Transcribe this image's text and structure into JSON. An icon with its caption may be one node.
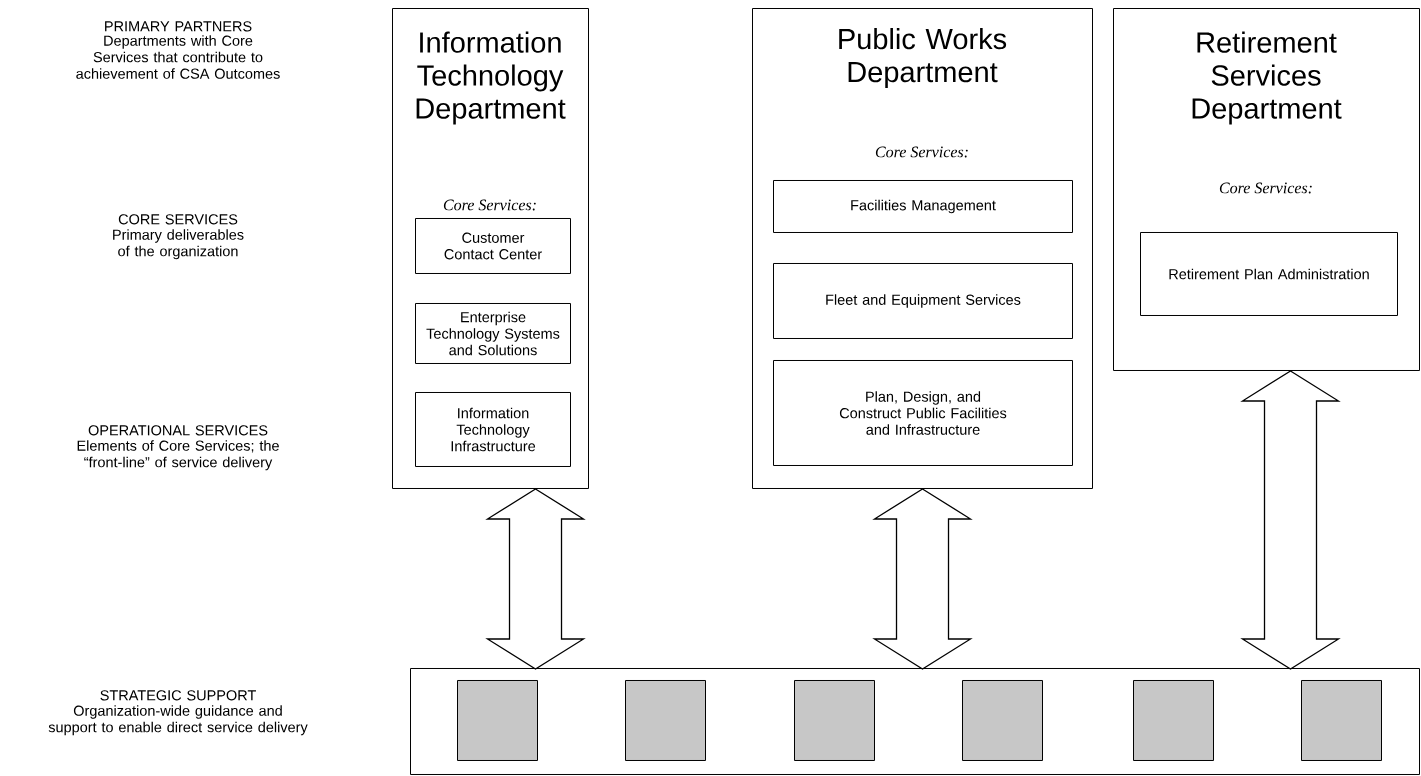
{
  "diagram": {
    "nodes": [
      {
        "text": [
          "Information Technology Department",
          "Core Services:"
        ]
      },
      {
        "text": [
          "Customer Contact Center"
        ],
        "in": 0
      },
      {
        "text": [
          "Enterprise Technology Systems and Solutions"
        ],
        "in": 0
      },
      {
        "text": [
          "Information Technology Infrastructure"
        ],
        "in": 0
      },
      {
        "text": [
          "Public Works Department",
          "Core Services:"
        ]
      },
      {
        "text": [
          "Facilities Management"
        ],
        "in": 4
      },
      {
        "text": [
          "Fleet and Equipment Services"
        ],
        "in": 4
      },
      {
        "text": [
          "Plan, Design, and Construct Public Facilities and Infrastructure"
        ],
        "in": 4
      },
      {
        "text": [
          "Retirement Services Department",
          "Core Services:"
        ]
      },
      {
        "text": [
          "Retirement Plan Administration"
        ],
        "in": 8
      },
      {
        "text": [],
        "shape": "box"
      },
      {
        "text": [],
        "shape": "box",
        "in": 10
      },
      {
        "text": [],
        "shape": "box",
        "in": 10
      },
      {
        "text": [],
        "shape": "box",
        "in": 10
      },
      {
        "text": [],
        "shape": "box",
        "in": 10
      },
      {
        "text": [],
        "shape": "box",
        "in": 10
      },
      {
        "text": [],
        "shape": "box",
        "in": 10
      }
    ],
    "edges": [
      {
        "from": 0,
        "to": 10,
        "arrow": "both"
      },
      {
        "from": 4,
        "to": 10,
        "arrow": "both"
      },
      {
        "from": 8,
        "to": 10,
        "arrow": "both"
      }
    ],
    "labels": [
      "PRIMARY PARTNERS",
      "Departments with Core Services that contribute to achievement of CSA Outcomes",
      "CORE SERVICES",
      "Primary deliverables of the organization",
      "OPERATIONAL SERVICES",
      "Elements of Core Services; the “front-line” of service delivery",
      "STRATEGIC SUPPORT",
      "Organization-wide guidance and support to enable direct service delivery"
    ]
  }
}
